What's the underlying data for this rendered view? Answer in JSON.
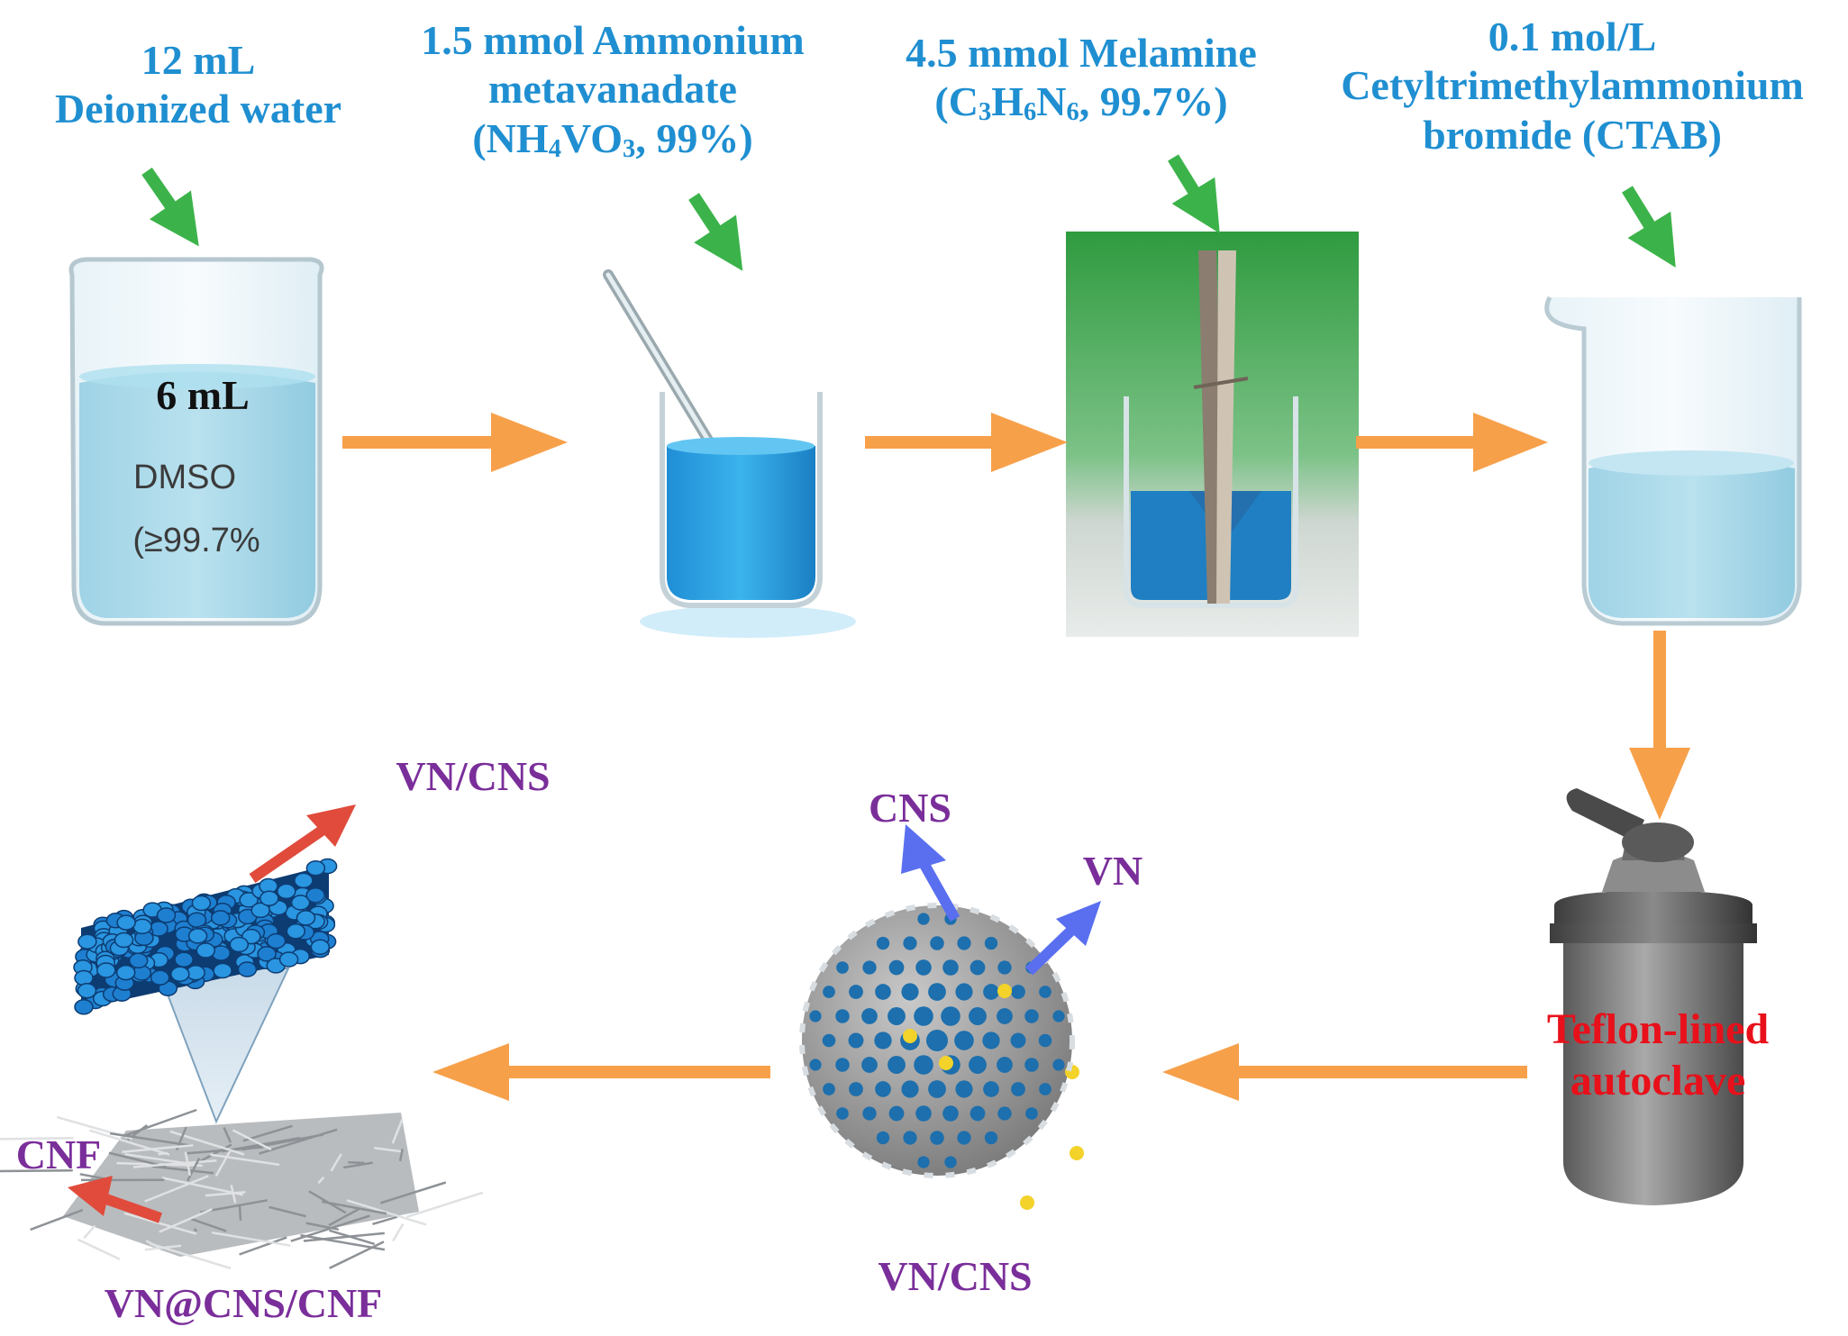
{
  "labels": {
    "water_line1": "12 mL",
    "water_line2": "Deionized water",
    "ammonium_line1": "1.5 mmol Ammonium",
    "ammonium_line2": "metavanadate",
    "ammonium_formula_a": "(NH",
    "ammonium_formula_sub1": "4",
    "ammonium_formula_b": "VO",
    "ammonium_formula_sub2": "3",
    "ammonium_formula_c": ", 99%)",
    "melamine_line1": "4.5 mmol Melamine",
    "melamine_formula_a": "(C",
    "melamine_formula_sub1": "3",
    "melamine_formula_b": "H",
    "melamine_formula_sub2": "6",
    "melamine_formula_c": "N",
    "melamine_formula_sub3": "6",
    "melamine_formula_d": ", 99.7%)",
    "ctab_line1": "0.1 mol/L",
    "ctab_line2": "Cetyltrimethylammonium",
    "ctab_line3": "bromide (CTAB)",
    "beaker_volume": "6 mL",
    "beaker_solvent": "DMSO",
    "beaker_purity": "(≥99.7%",
    "autoclave_line1": "Teflon-lined",
    "autoclave_line2": "autoclave",
    "sphere_cns": "CNS",
    "sphere_vn": "VN",
    "sphere_caption": "VN/CNS",
    "fiber_vncns": "VN/CNS",
    "fiber_cnf": "CNF",
    "fiber_caption": "VN@CNS/CNF"
  },
  "colors": {
    "label_blue": "#1f8fd1",
    "product_purple": "#7a2e9a",
    "autoclave_red": "#e8101a",
    "flow_arrow_orange": "#f7a04a",
    "pointer_green": "#3cb34a",
    "pointer_red": "#e04b3c",
    "pointer_blue": "#5a6ff0",
    "solution_blue": "#2aa0dc",
    "sphere_blue": "#1d6fad",
    "vn_yellow": "#f3d22a"
  }
}
